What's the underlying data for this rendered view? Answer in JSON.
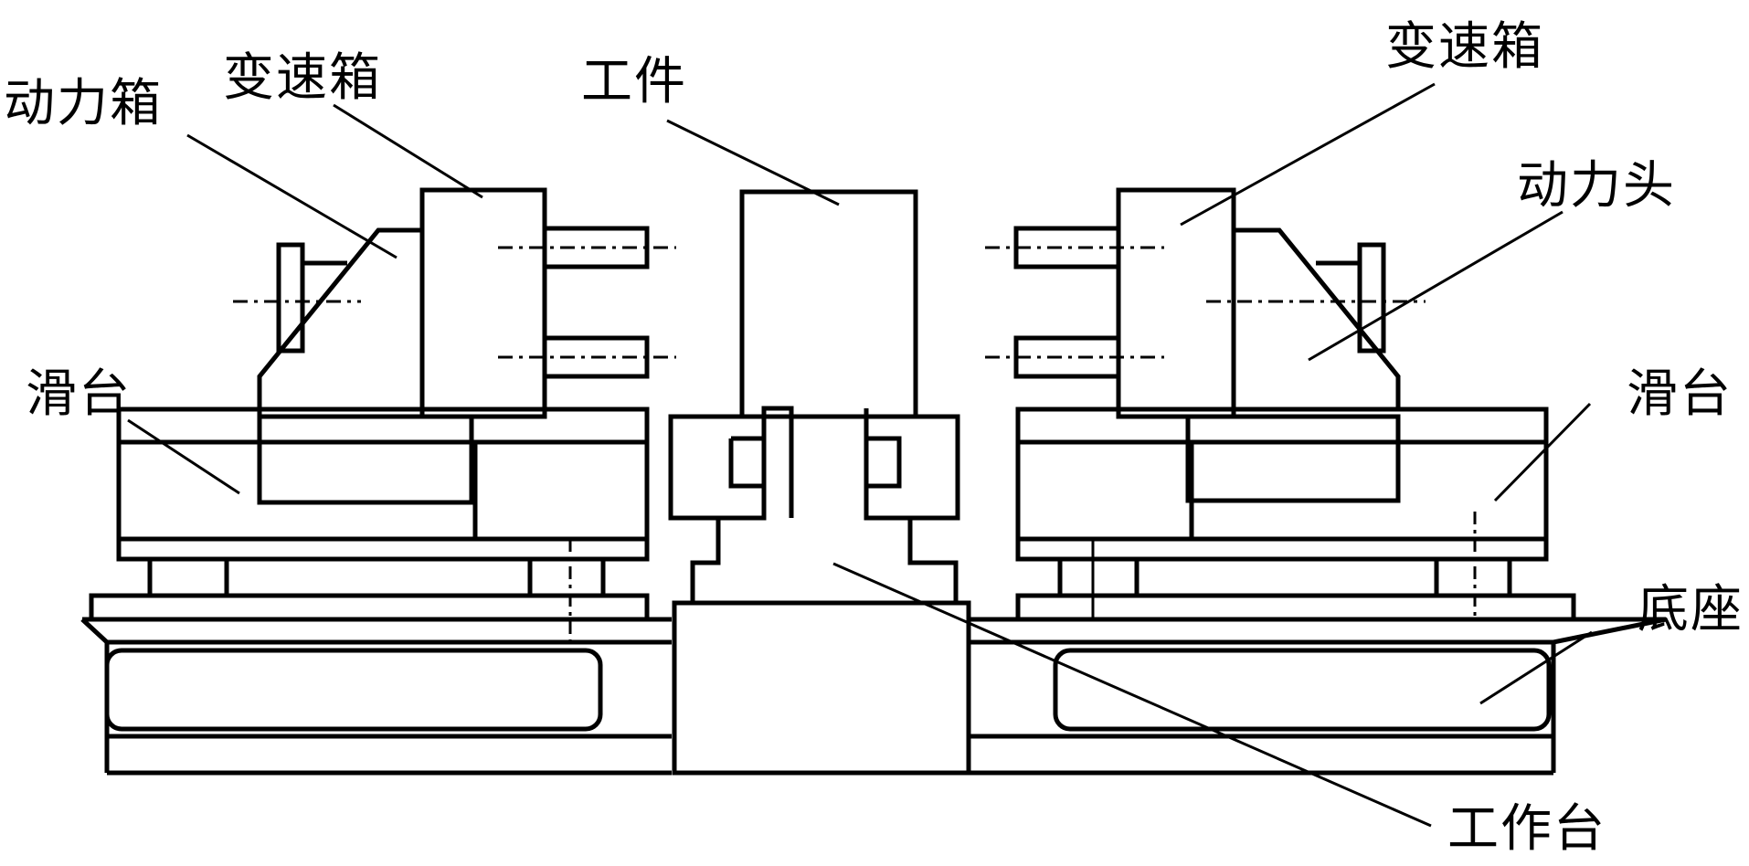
{
  "labels": {
    "power_box": "动力箱",
    "gearbox_left": "变速箱",
    "workpiece": "工件",
    "gearbox_right": "变速箱",
    "power_head": "动力头",
    "slide_left": "滑台",
    "slide_right": "滑台",
    "base": "底座",
    "worktable": "工作台"
  },
  "colors": {
    "line": "#000000",
    "background": "#ffffff"
  }
}
